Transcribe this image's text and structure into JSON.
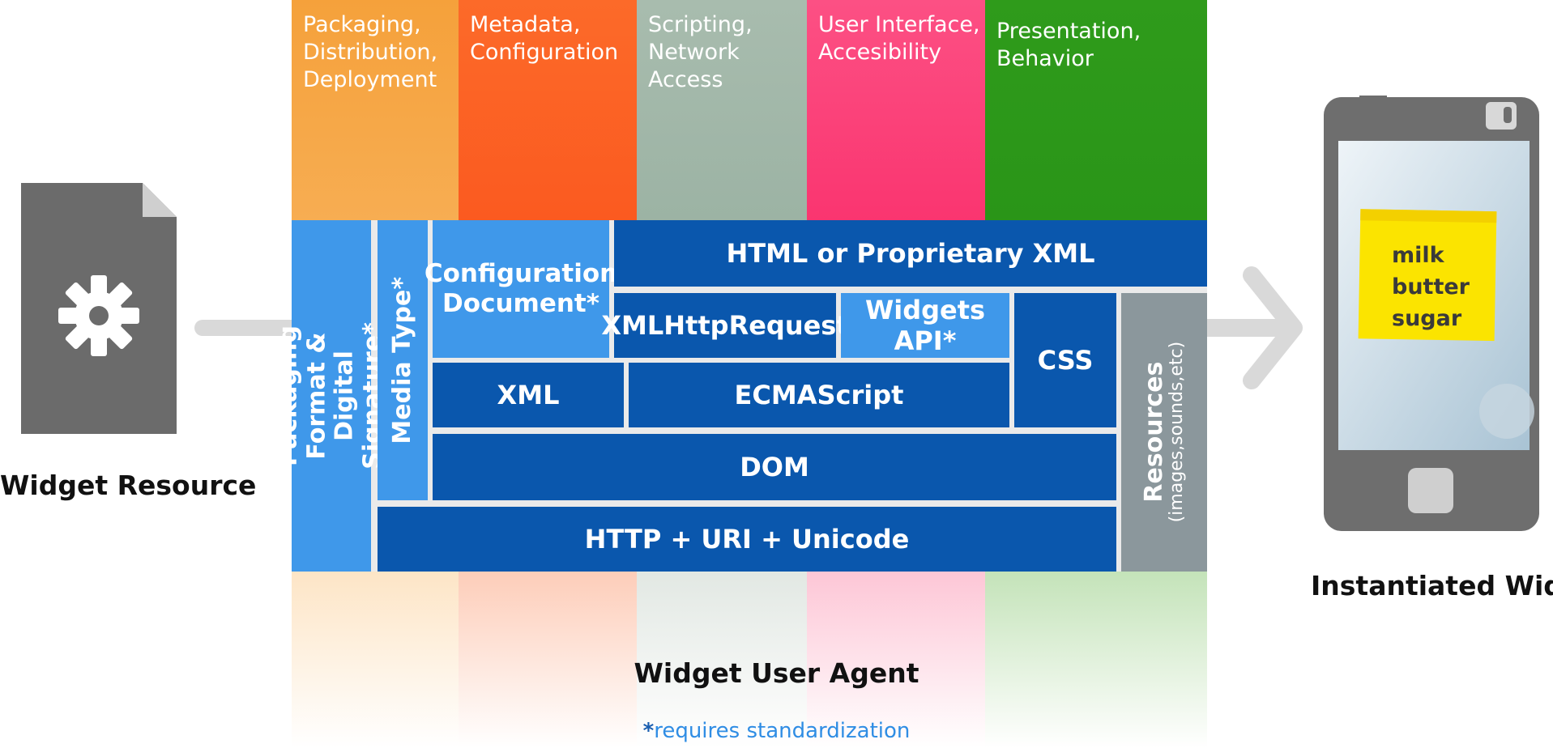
{
  "columns": [
    {
      "label": "Packaging,\nDistribution,\nDeployment",
      "color": "#f6a33d",
      "fade": "#fde3c0"
    },
    {
      "label": "Metadata,\nConfiguration",
      "color": "#fb5e23",
      "fade": "#fdd0bf"
    },
    {
      "label": "Scripting,\nNetwork Access",
      "color": "#a3b8aa",
      "fade": "#e3e8e4"
    },
    {
      "label": "User Interface,\nAccesibility",
      "color": "#fb3e74",
      "fade": "#fdc8d8"
    },
    {
      "label": "Presentation,\nBehavior",
      "color": "#2e9a1b",
      "fade": "#c6e4bc"
    }
  ],
  "stack": {
    "packaging": "Packaging Format &\nDigital Signature*",
    "media_type": "Media Type*",
    "config_doc": "Configuration\nDocument*",
    "html": "HTML or Proprietary XML",
    "xhr": "XMLHttpRequest",
    "widgets_api": "Widgets API*",
    "css": "CSS",
    "xml": "XML",
    "ecmascript": "ECMAScript",
    "dom": "DOM",
    "http": "HTTP + URI + Unicode",
    "resources": "Resources",
    "resources_sub": "(images,sounds,etc)"
  },
  "left": {
    "caption": "Widget Resource",
    "icon": "gear-file-icon"
  },
  "right": {
    "caption": "Instantiated Widget",
    "note_lines": [
      "milk",
      "butter",
      "sugar"
    ],
    "icon": "phone-icon"
  },
  "agent_label": "Widget User Agent",
  "footnote_star": "*",
  "footnote_text": "requires standardization",
  "colors": {
    "dark_box": "#0a57ad",
    "light_box": "#3f98ea",
    "resources_box": "#8b979c",
    "arrow": "#d9d9d9",
    "footnote": "#2f8de4"
  }
}
